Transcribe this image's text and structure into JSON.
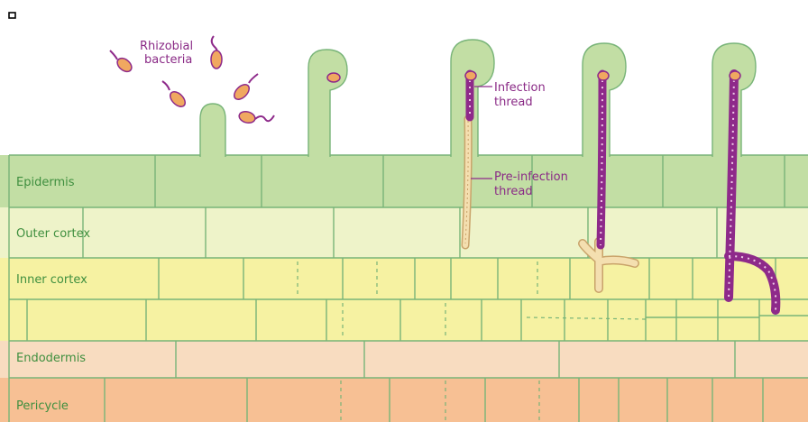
{
  "labels": {
    "rhizobial_line1": "Rhizobial",
    "rhizobial_line2": "bacteria",
    "infection_line1": "Infection",
    "infection_line2": "thread",
    "preinfection_line1": "Pre-infection",
    "preinfection_line2": "thread"
  },
  "layers": {
    "epidermis": "Epidermis",
    "outer_cortex": "Outer cortex",
    "inner_cortex": "Inner cortex",
    "endodermis": "Endodermis",
    "pericycle": "Pericycle"
  },
  "colors": {
    "root_hair": "#c9e4b0",
    "epidermis": "#c2dea4",
    "outer_cortex": "#eef3c9",
    "inner_cortex": "#f6f2a2",
    "endodermis": "#f8dcc0",
    "pericycle": "#f7c094",
    "infection_thread": "#8e2a8a",
    "preinfection_thread": "#f4dfb0",
    "bacterium_body": "#f0a860",
    "bacterium_flagellum": "#8e2a8a"
  }
}
